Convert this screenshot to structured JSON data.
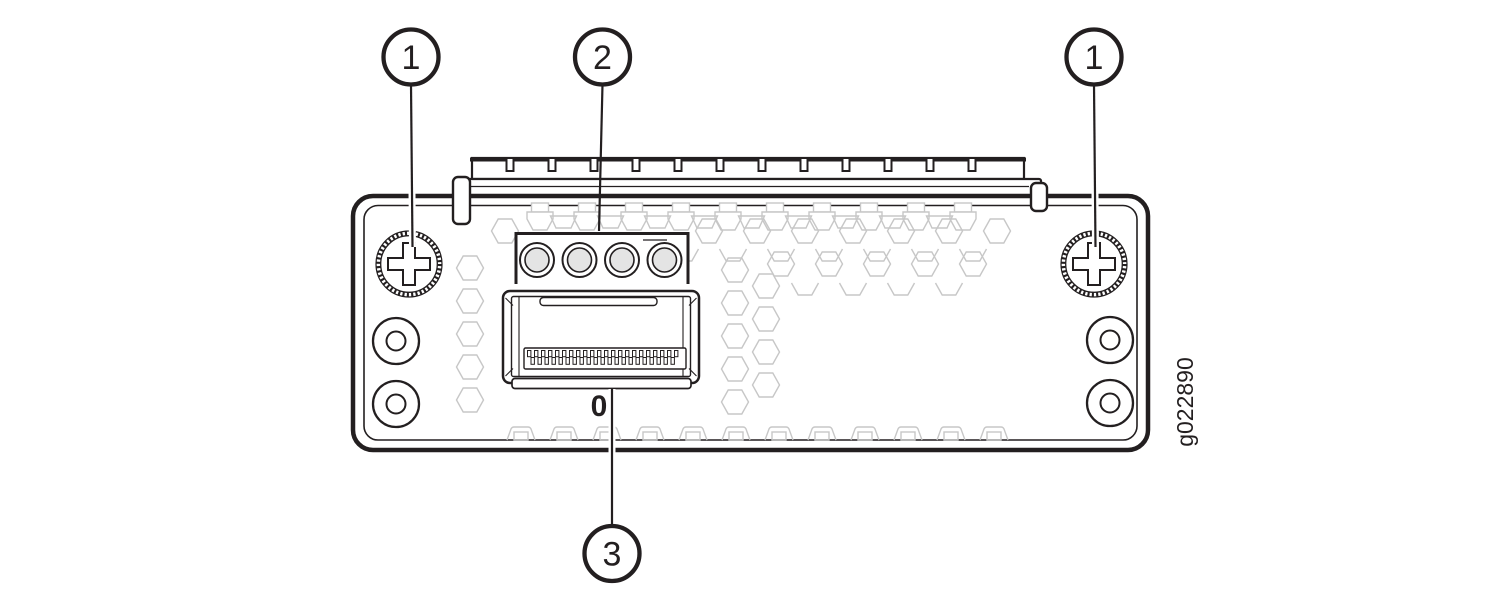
{
  "figure": {
    "id": "g022890"
  },
  "callouts": [
    {
      "label": "1",
      "position": "top-left",
      "points_to": "thumbscrew-left"
    },
    {
      "label": "2",
      "position": "top-center",
      "points_to": "led-indicators"
    },
    {
      "label": "1",
      "position": "top-right",
      "points_to": "thumbscrew-right"
    },
    {
      "label": "3",
      "position": "bottom-center",
      "points_to": "port-0"
    }
  ],
  "port": {
    "label": "0"
  },
  "leds": {
    "count": 4
  },
  "colors": {
    "line": "#231f20",
    "decor": "#c7c7c7",
    "led_fill": "#e4e4e4",
    "background": "#ffffff"
  }
}
